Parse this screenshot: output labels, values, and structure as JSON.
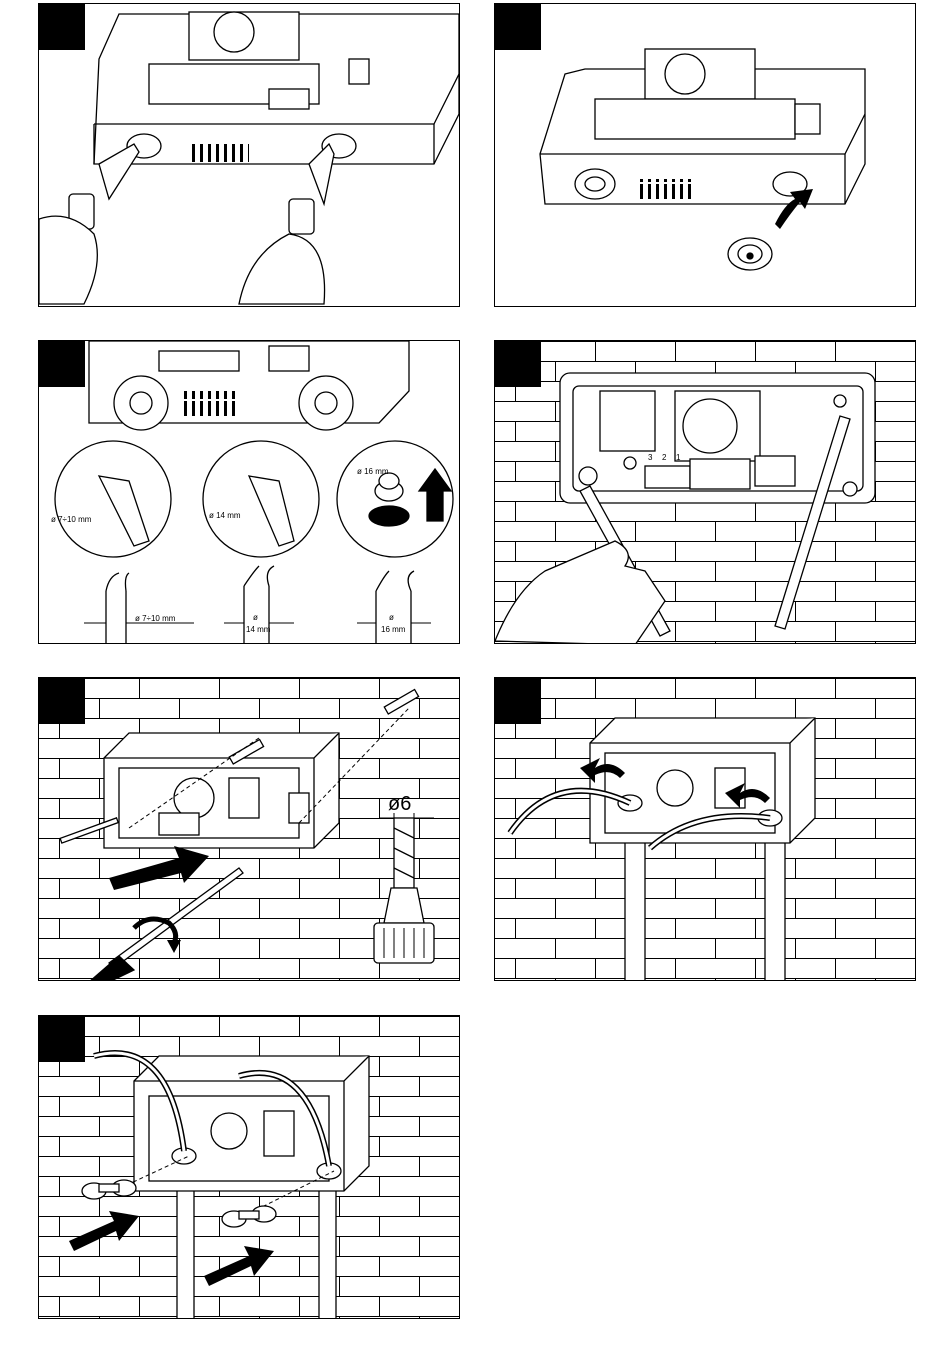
{
  "panels": {
    "p3": {
      "circle1_label": "ø 7÷10 mm",
      "circle2_label": "ø 14 mm",
      "circle3_label": "ø 16 mm",
      "cable1_label": "ø 7÷10 mm",
      "cable2_sym": "ø",
      "cable2_mm": "14 mm",
      "cable3_sym": "ø",
      "cable3_mm": "16 mm"
    },
    "p4": {
      "terminal_numbers": [
        "3",
        "2",
        "1"
      ]
    },
    "p5": {
      "drill_diameter": "ø6"
    }
  },
  "colors": {
    "line": "#000000",
    "background": "#ffffff",
    "step_tab": "#000000"
  },
  "icons": [
    "cutter-icon",
    "grommet-icon",
    "push-arrow-icon",
    "rotate-arrow-icon",
    "drill-bit-icon",
    "screwdriver-icon",
    "cable-clamp-icon"
  ]
}
